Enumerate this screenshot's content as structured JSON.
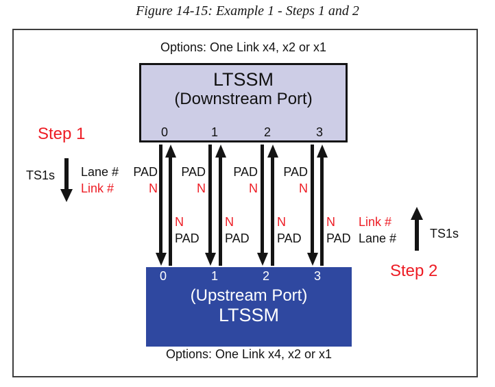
{
  "title": "Figure 14-15: Example 1 - Steps 1 and 2",
  "colors": {
    "red": "#ed1c24",
    "downstream_fill": "#cdcde6",
    "upstream_fill": "#2f48a0",
    "arrow": "#141414"
  },
  "downstream": {
    "options_label": "Options: One Link x4, x2 or x1",
    "name": "LTSSM",
    "port_label": "(Downstream Port)",
    "lane_numbers": [
      "0",
      "1",
      "2",
      "3"
    ]
  },
  "upstream": {
    "options_label": "Options: One Link x4, x2 or x1",
    "name": "LTSSM",
    "port_label": "(Upstream Port)",
    "lane_numbers": [
      "0",
      "1",
      "2",
      "3"
    ]
  },
  "step1": {
    "label": "Step 1",
    "ts1s": "TS1s",
    "lane_field": "Lane #",
    "lane_value": "PAD",
    "link_field": "Link #",
    "link_value": "N"
  },
  "step2": {
    "label": "Step 2",
    "ts1s": "TS1s",
    "link_field": "Link #",
    "lane_field": "Lane #"
  },
  "down_arrow_labels": [
    {
      "pad": "PAD",
      "n": "N"
    },
    {
      "pad": "PAD",
      "n": "N"
    },
    {
      "pad": "PAD",
      "n": "N"
    }
  ],
  "up_arrow_labels": [
    {
      "n": "N",
      "pad": "PAD"
    },
    {
      "n": "N",
      "pad": "PAD"
    },
    {
      "n": "N",
      "pad": "PAD"
    },
    {
      "n": "N",
      "pad": "PAD"
    }
  ]
}
